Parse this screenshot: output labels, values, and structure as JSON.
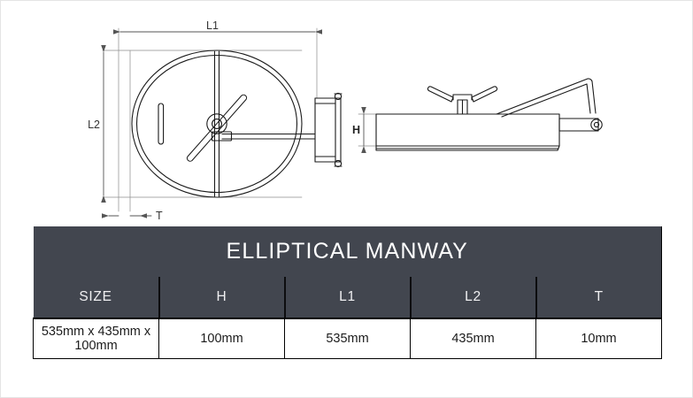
{
  "drawing": {
    "dimension_labels": {
      "l1": "L1",
      "l2": "L2",
      "t": "T",
      "h": "H"
    },
    "views": {
      "front": "elliptical-manway-front-view",
      "side": "elliptical-manway-side-view"
    },
    "line_color": "#1a1a1a",
    "dimension_color": "#555555"
  },
  "table": {
    "title": "ELLIPTICAL MANWAY",
    "headers": [
      "SIZE",
      "H",
      "L1",
      "L2",
      "T"
    ],
    "rows": [
      [
        "535mm x 435mm x 100mm",
        "100mm",
        "535mm",
        "435mm",
        "10mm"
      ]
    ],
    "header_bg": "#42464f",
    "header_text_color": "#ffffff",
    "cell_text_color": "#1b1b1b"
  }
}
